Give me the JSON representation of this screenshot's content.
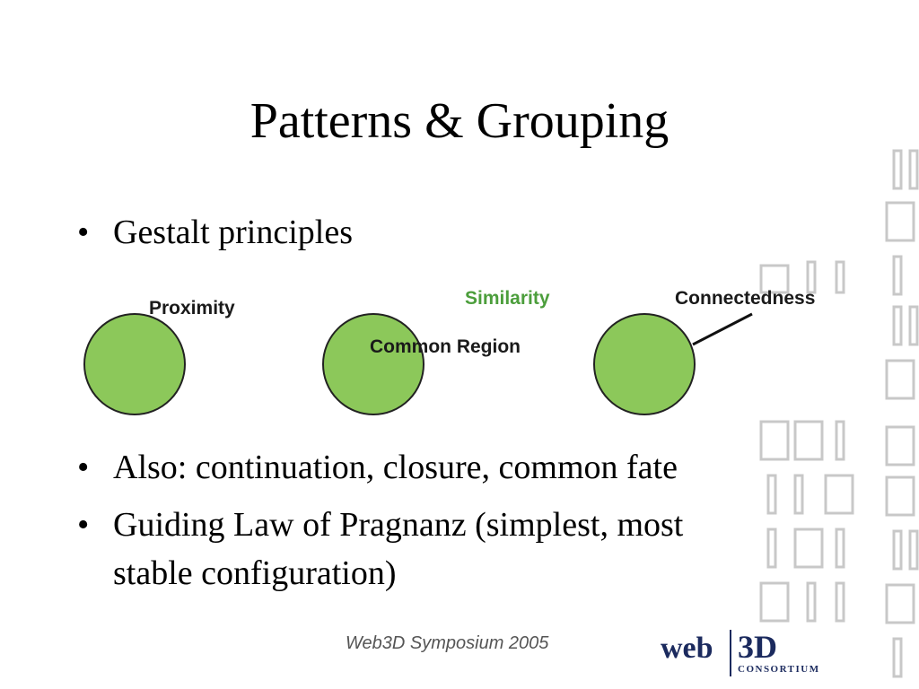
{
  "slide": {
    "title": "Patterns & Grouping",
    "bullets": [
      {
        "marker": "•",
        "lines": [
          "Gestalt principles"
        ]
      },
      {
        "marker": "•",
        "lines": [
          "Also: continuation, closure, common fate"
        ]
      },
      {
        "marker": "•",
        "lines": [
          "Guiding Law of Pragnanz (simplest, most",
          "stable configuration)"
        ]
      }
    ],
    "figure": {
      "labels": {
        "proximity": "Proximity",
        "similarity": "Similarity",
        "common_region": "Common Region",
        "connectedness": "Connectedness"
      },
      "colors": {
        "circle_fill": "#8cc85a",
        "similarity_text": "#4c9e3c",
        "label_text": "#1a1a1a"
      }
    },
    "footer": "Web3D Symposium 2005",
    "logo": {
      "web": "web",
      "three_d": "3D",
      "consortium": "CONSORTIUM",
      "color": "#1b2a5e"
    }
  }
}
